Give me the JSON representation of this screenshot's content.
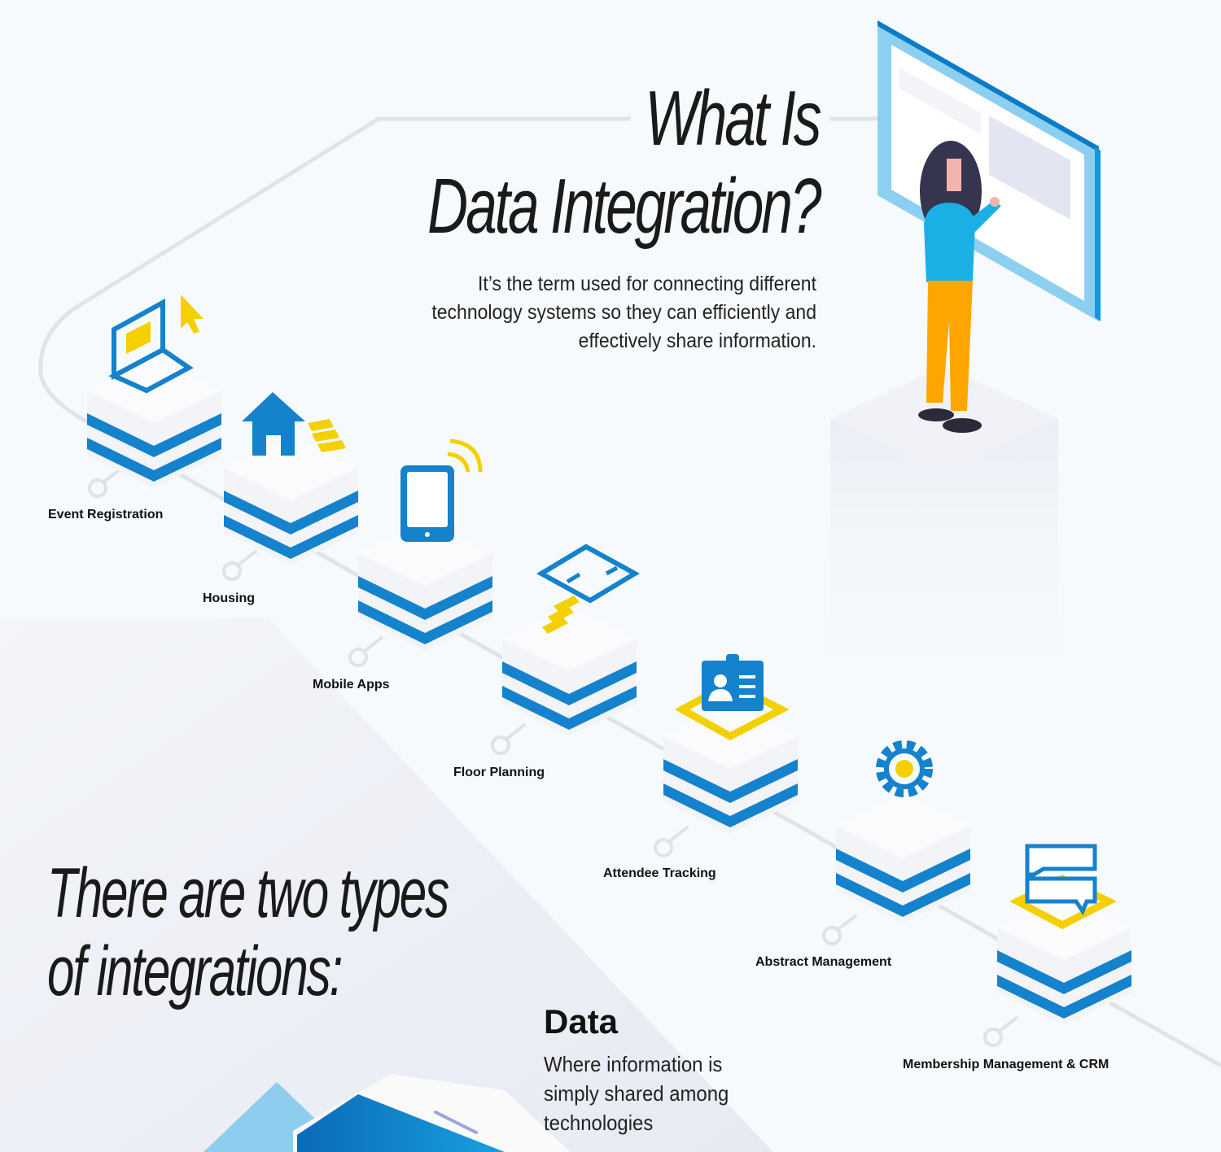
{
  "header": {
    "title_line1": "What Is",
    "title_line2": "Data Integration?",
    "subtitle": "It’s the term used for connecting different technology systems so they can efficiently and effectively share information."
  },
  "integrations": [
    {
      "label": "Event Registration",
      "icon": "laptop-cursor-icon"
    },
    {
      "label": "Housing",
      "icon": "house-icon"
    },
    {
      "label": "Mobile Apps",
      "icon": "tablet-wifi-icon"
    },
    {
      "label": "Floor Planning",
      "icon": "floor-plan-icon"
    },
    {
      "label": "Attendee Tracking",
      "icon": "id-badge-icon"
    },
    {
      "label": "Abstract Management",
      "icon": "gear-icon"
    },
    {
      "label": "Membership Management & CRM",
      "icon": "chat-bubbles-icon"
    }
  ],
  "types_section": {
    "heading_line1": "There are two types",
    "heading_line2": "of integrations:",
    "data_title": "Data",
    "data_description": "Where information is simply shared among technologies"
  },
  "colors": {
    "blue_dark": "#0a6ab8",
    "blue_light": "#1aa0e0",
    "yellow": "#f5d000",
    "background": "#f7fafc",
    "connector_gray": "#dfe2e6"
  }
}
